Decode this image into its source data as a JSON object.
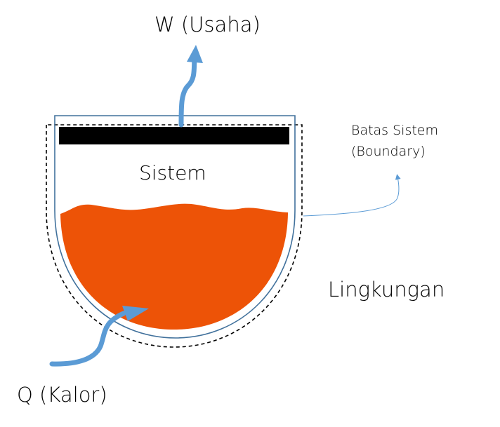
{
  "labels": {
    "work": "W (Usaha)",
    "system": "Sistem",
    "boundary_line1": "Batas Sistem",
    "boundary_line2": "(Boundary)",
    "surroundings": "Lingkungan",
    "heat": "Q (Kalor)"
  },
  "colors": {
    "fluid": "#ED5307",
    "container_outline": "#41719C",
    "arrow": "#5B9BD5",
    "boundary_dash": "#000000",
    "piston": "#000000",
    "text": "#000000"
  },
  "icons": {
    "work_arrow": "arrow-up-icon",
    "heat_arrow": "arrow-in-icon",
    "boundary_pointer": "thin-arrow-icon"
  }
}
